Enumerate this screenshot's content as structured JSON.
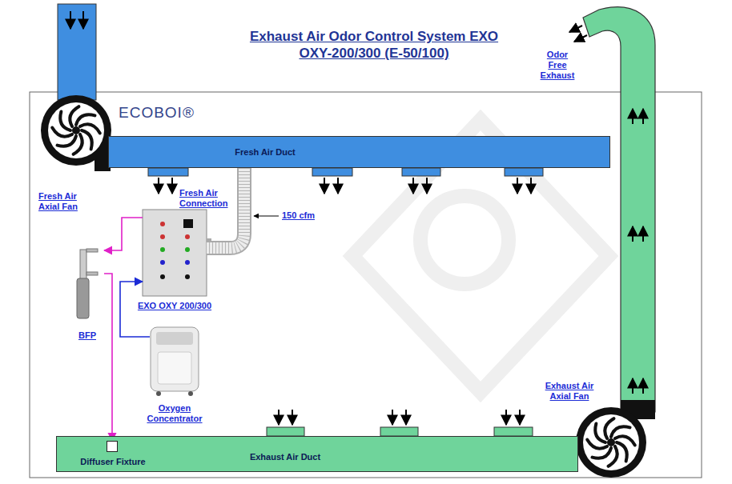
{
  "diagram": {
    "title": "Exhaust Air Odor Control System EXO OXY-200/300 (E-50/100)",
    "nodes": [
      {
        "text": [
          "Fresh Air Axial Fan"
        ]
      },
      {
        "text": [
          "Fresh Air Duct"
        ]
      },
      {
        "text": [
          "EXO OXY 200/300"
        ]
      },
      {
        "text": [
          "BFP"
        ]
      },
      {
        "text": [
          "Oxygen Concentrator"
        ]
      },
      {
        "text": [
          "Exhaust Air Duct"
        ]
      },
      {
        "text": [
          "Diffuser Fixture"
        ],
        "in": 5
      },
      {
        "text": [
          "Exhaust Air Axial Fan"
        ]
      }
    ],
    "edges": [
      {
        "from": 1,
        "to": 2,
        "arrow": "none"
      },
      {
        "from": 2,
        "to": 3,
        "arrow": "to"
      },
      {
        "from": 4,
        "to": 2,
        "arrow": "to"
      },
      {
        "from": 3,
        "to": 6,
        "arrow": "to"
      }
    ],
    "labels": [
      "Odor Free Exhaust",
      "ECOBOI®",
      "Fresh Air Connection",
      "150 cfm"
    ]
  }
}
